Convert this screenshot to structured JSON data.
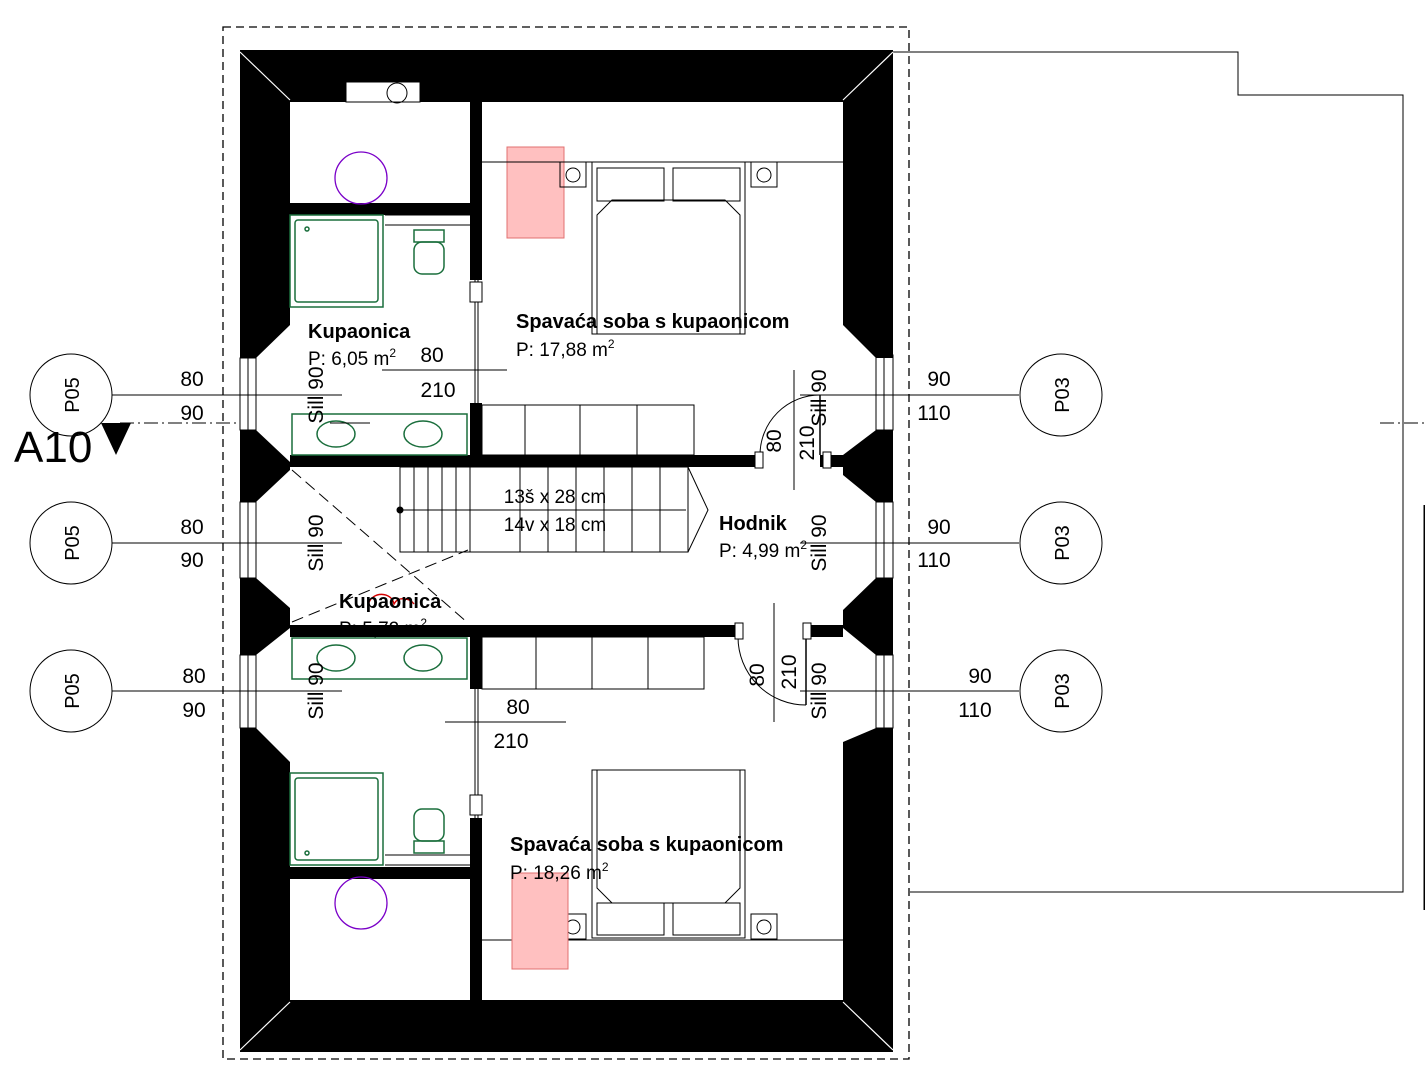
{
  "axis_marker": {
    "label": "A10"
  },
  "rooms": [
    {
      "id": "bath-top",
      "name": "Kupaonica",
      "area_prefix": "P: ",
      "area_value": "6,05 m",
      "area_sup": "2"
    },
    {
      "id": "bedroom-top",
      "name": "Spavaća soba s kupaonicom",
      "area_prefix": "P: ",
      "area_value": "17,88 m",
      "area_sup": "2"
    },
    {
      "id": "hall",
      "name": "Hodnik",
      "area_prefix": "P: ",
      "area_value": "4,99 m",
      "area_sup": "2"
    },
    {
      "id": "bath-mid",
      "name": "Kupaonica",
      "area_prefix": "P: ",
      "area_value": "5,72 m",
      "area_sup": "2"
    },
    {
      "id": "bedroom-bottom",
      "name": "Spavaća soba s kupaonicom",
      "area_prefix": "P: ",
      "area_value": "18,26 m",
      "area_sup": "2"
    }
  ],
  "stairs": {
    "line1": "13š x 28 cm",
    "line2": "14v x 18 cm"
  },
  "windows_left": [
    {
      "tag": "P05",
      "width": "80",
      "height": "90",
      "sill": "Sill 90"
    },
    {
      "tag": "P05",
      "width": "80",
      "height": "90",
      "sill": "Sill 90"
    },
    {
      "tag": "P05",
      "width": "80",
      "height": "90",
      "sill": "Sill 90"
    }
  ],
  "windows_right": [
    {
      "tag": "P03",
      "width": "90",
      "height": "110",
      "sill": "Sill 90"
    },
    {
      "tag": "P03",
      "width": "90",
      "height": "110",
      "sill": "Sill 90"
    },
    {
      "tag": "P03",
      "width": "90",
      "height": "110",
      "sill": "Sill 90"
    }
  ],
  "doors": [
    {
      "id": "door-bath-top",
      "width": "80",
      "height": "210"
    },
    {
      "id": "door-bedroom-top",
      "width": "80",
      "height": "210"
    },
    {
      "id": "door-bedroom-bottom",
      "width": "80",
      "height": "210"
    },
    {
      "id": "door-bath-bottom",
      "width": "80",
      "height": "210"
    }
  ],
  "colors": {
    "wall": "#000000",
    "sanitary": "#1a6e3c",
    "chimney_fill": "#ffc0c0",
    "chimney_stroke": "#e07070",
    "drain": "#7a00c8",
    "annotation_red": "#d40000"
  }
}
